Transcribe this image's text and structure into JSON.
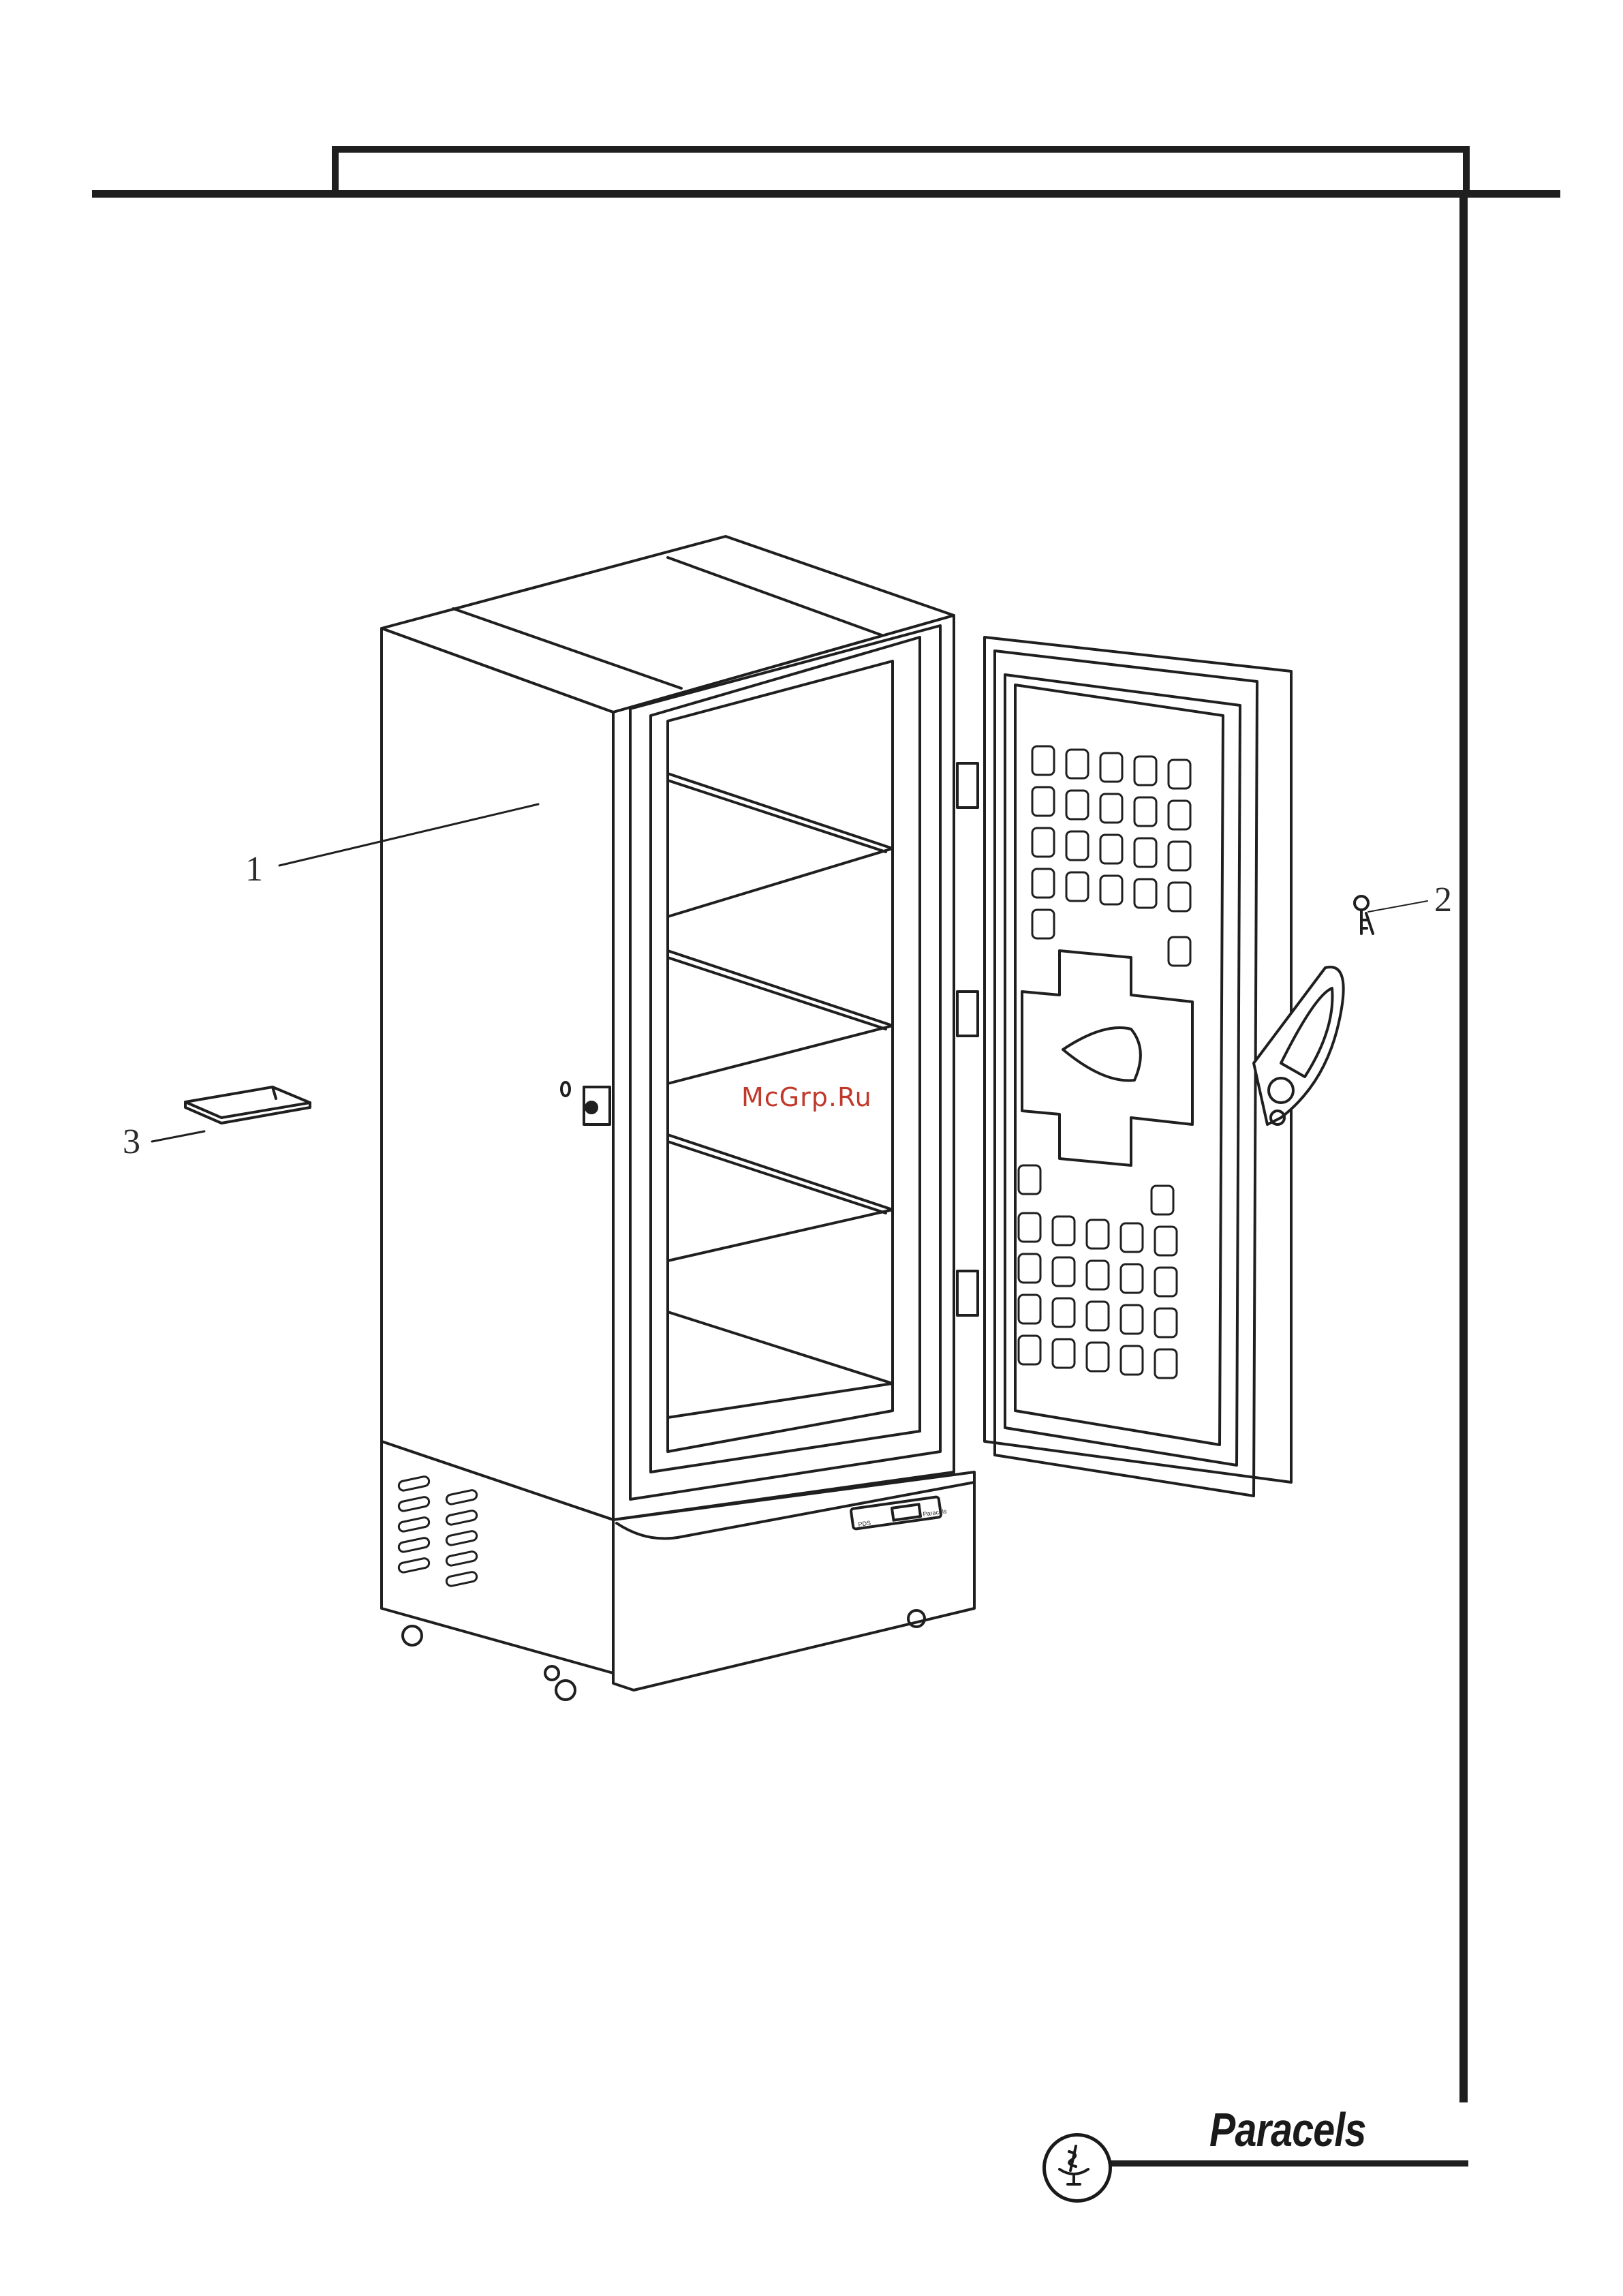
{
  "callouts": {
    "c1": "1",
    "c2": "2",
    "c3": "3"
  },
  "illustration": {
    "panel_brand": "Paracels",
    "panel_model": "PDS"
  },
  "watermark": "McGrp.Ru",
  "footer": {
    "brand": "Paracels",
    "logo_icon": "caduceus-bowl-icon"
  },
  "colors": {
    "ink": "#1f1f1f",
    "watermark": "#c0392b"
  }
}
